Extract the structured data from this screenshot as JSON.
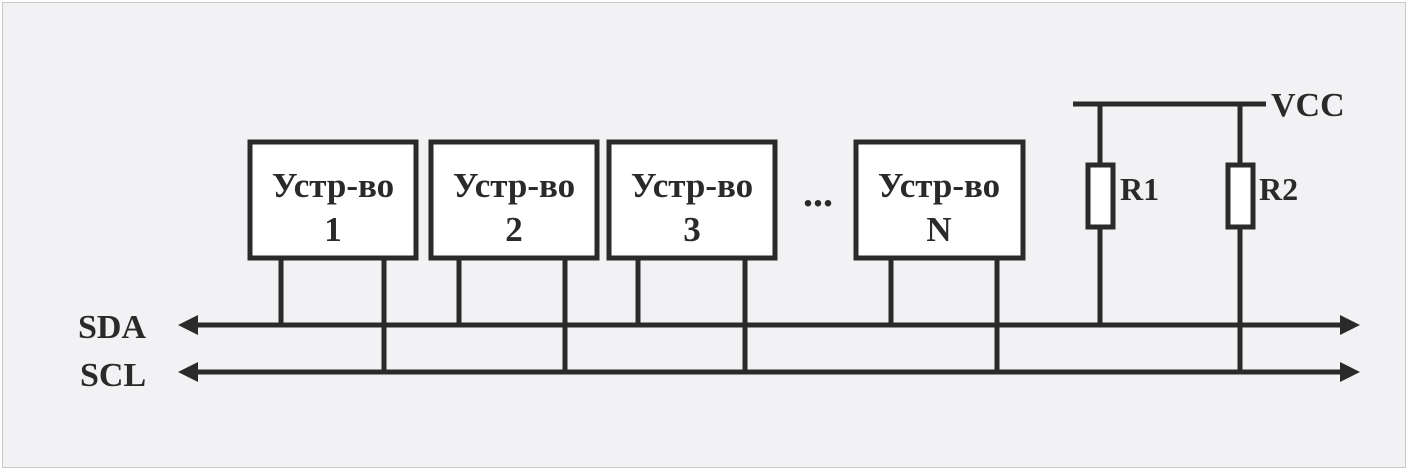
{
  "diagram": {
    "devices": [
      {
        "line1": "Устр-во",
        "line2": "1"
      },
      {
        "line1": "Устр-во",
        "line2": "2"
      },
      {
        "line1": "Устр-во",
        "line2": "3"
      },
      {
        "line1": "Устр-во",
        "line2": "N"
      }
    ],
    "ellipsis": "...",
    "buses": {
      "sda": "SDA",
      "scl": "SCL"
    },
    "supply": "VCC",
    "resistors": [
      "R1",
      "R2"
    ]
  }
}
